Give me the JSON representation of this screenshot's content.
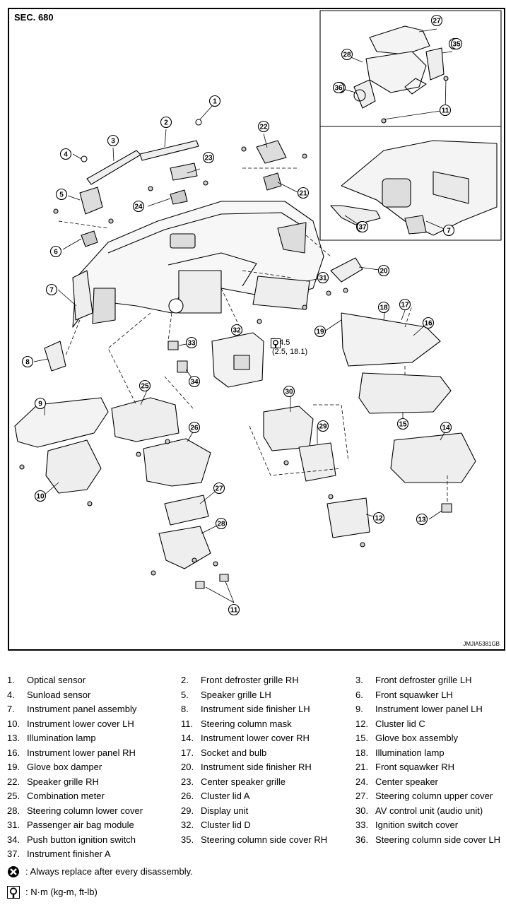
{
  "diagram": {
    "section_label": "SEC. 680",
    "figure_code": "JMJIA5381GB",
    "torque_value": "24.5",
    "torque_alt": "(2.5, 18.1)",
    "callouts": [
      "1",
      "2",
      "3",
      "4",
      "5",
      "6",
      "7",
      "8",
      "9",
      "10",
      "11",
      "12",
      "13",
      "14",
      "15",
      "16",
      "17",
      "18",
      "19",
      "20",
      "21",
      "22",
      "23",
      "24",
      "25",
      "26",
      "27",
      "28",
      "29",
      "30",
      "31",
      "32",
      "33",
      "34",
      "35",
      "36",
      "37",
      "7",
      "11",
      "27",
      "28",
      "35",
      "36",
      "37"
    ]
  },
  "legend": [
    {
      "num": "1.",
      "label": "Optical sensor"
    },
    {
      "num": "2.",
      "label": "Front defroster grille RH"
    },
    {
      "num": "3.",
      "label": "Front defroster grille LH"
    },
    {
      "num": "4.",
      "label": "Sunload sensor"
    },
    {
      "num": "5.",
      "label": "Speaker grille LH"
    },
    {
      "num": "6.",
      "label": "Front squawker LH"
    },
    {
      "num": "7.",
      "label": "Instrument panel assembly"
    },
    {
      "num": "8.",
      "label": "Instrument side finisher LH"
    },
    {
      "num": "9.",
      "label": "Instrument lower panel LH"
    },
    {
      "num": "10.",
      "label": "Instrument lower cover LH"
    },
    {
      "num": "11.",
      "label": "Steering column mask"
    },
    {
      "num": "12.",
      "label": "Cluster lid C"
    },
    {
      "num": "13.",
      "label": "Illumination lamp"
    },
    {
      "num": "14.",
      "label": "Instrument lower cover RH"
    },
    {
      "num": "15.",
      "label": "Glove box assembly"
    },
    {
      "num": "16.",
      "label": "Instrument lower panel RH"
    },
    {
      "num": "17.",
      "label": "Socket and bulb"
    },
    {
      "num": "18.",
      "label": "Illumination lamp"
    },
    {
      "num": "19.",
      "label": "Glove box damper"
    },
    {
      "num": "20.",
      "label": "Instrument side finisher RH"
    },
    {
      "num": "21.",
      "label": "Front squawker RH"
    },
    {
      "num": "22.",
      "label": "Speaker grille RH"
    },
    {
      "num": "23.",
      "label": "Center speaker grille"
    },
    {
      "num": "24.",
      "label": "Center speaker"
    },
    {
      "num": "25.",
      "label": "Combination meter"
    },
    {
      "num": "26.",
      "label": "Cluster lid A"
    },
    {
      "num": "27.",
      "label": "Steering column upper cover"
    },
    {
      "num": "28.",
      "label": "Steering column lower cover"
    },
    {
      "num": "29.",
      "label": "Display unit"
    },
    {
      "num": "30.",
      "label": "AV control unit (audio unit)"
    },
    {
      "num": "31.",
      "label": "Passenger air bag module"
    },
    {
      "num": "32.",
      "label": "Cluster lid D"
    },
    {
      "num": "33.",
      "label": "Ignition switch cover"
    },
    {
      "num": "34.",
      "label": "Push button ignition switch"
    },
    {
      "num": "35.",
      "label": "Steering column side cover RH"
    },
    {
      "num": "36.",
      "label": "Steering column side cover LH"
    },
    {
      "num": "37.",
      "label": "Instrument finisher A"
    }
  ],
  "notes": [
    {
      "icon": "always-replace-icon",
      "text": ": Always replace after every disassembly."
    },
    {
      "icon": "torque-wrench-icon",
      "text": ": N·m (kg-m, ft-lb)"
    }
  ],
  "colors": {
    "line": "#000000",
    "background": "#ffffff",
    "shade": "#e6e6e6"
  }
}
